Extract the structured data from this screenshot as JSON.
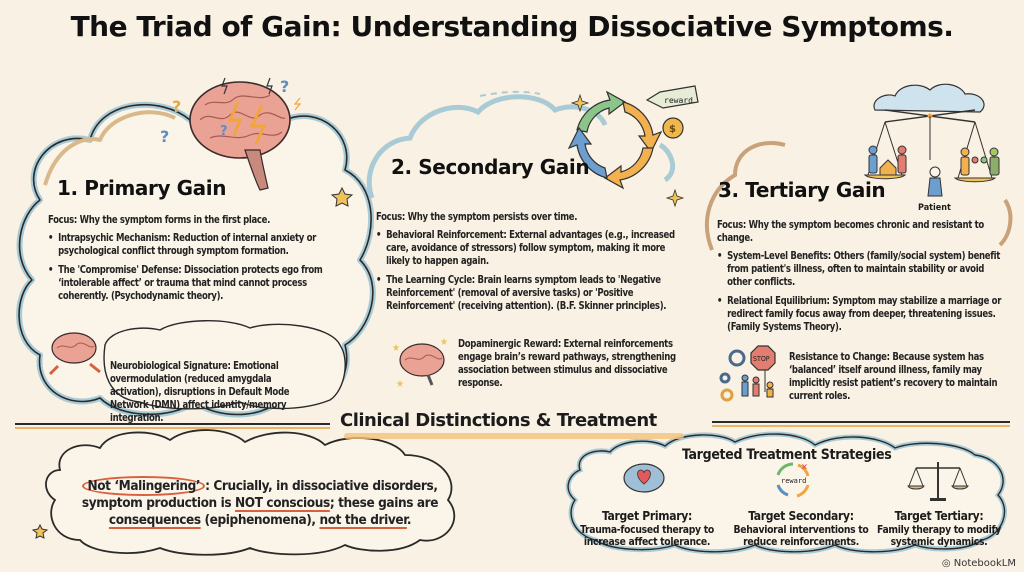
{
  "title": "The Triad of Gain: Understanding Dissociative Symptoms.",
  "sections": [
    {
      "heading": "1. Primary Gain",
      "focus": "Focus: Why the symptom forms in the first place.",
      "bullets": [
        "Intrapsychic Mechanism: Reduction of internal anxiety or psychological conflict through symptom formation.",
        "The 'Compromise' Defense: Dissociation protects ego from ‘intolerable affect’ or trauma that mind cannot process coherently. (Psychodynamic theory)."
      ],
      "callout": "Neurobiological Signature: Emotional overmodulation (reduced amygdala activation), disruptions in Default Mode Network (DMN) affect identity/memory integration.",
      "icons": [
        "brain-icon",
        "lightning-icon",
        "question-mark-icon",
        "small-brain-icon"
      ]
    },
    {
      "heading": "2. Secondary Gain",
      "focus": "Focus: Why the symptom persists over time.",
      "bullets": [
        "Behavioral Reinforcement: External advantages (e.g., increased care, avoidance of stressors) follow symptom, making it more likely to happen again.",
        "The Learning Cycle: Brain learns symptom leads to 'Negative Reinforcement' (removal of aversive tasks) or 'Positive Reinforcement' (receiving attention). (B.F. Skinner principles)."
      ],
      "callout": "Dopaminergic Reward: External reinforcements engage brain’s reward pathways, strengthening association between stimulus and dissociative response.",
      "reward_tag": "reward",
      "coin_symbol": "$",
      "icons": [
        "cycle-arrows-icon",
        "reward-tag-icon",
        "coin-icon",
        "brain-stars-icon"
      ]
    },
    {
      "heading": "3. Tertiary Gain",
      "focus": "Focus: Why the symptom becomes chronic and resistant to change.",
      "bullets": [
        "System-Level Benefits: Others (family/social system) benefit from patient's illness, often to maintain stability or avoid other conflicts.",
        "Relational Equilibrium: Symptom may stabilize a marriage or redirect family focus away from deeper, threatening issues. (Family Systems Theory)."
      ],
      "callout": "Resistance to Change: Because system has ‘balanced’ itself around illness, family may implicitly resist patient’s recovery to maintain current roles.",
      "patient_label": "Patient",
      "stop_label": "STOP",
      "icons": [
        "balance-scale-icon",
        "family-icon",
        "patient-icon",
        "gears-icon",
        "stop-sign-icon"
      ]
    }
  ],
  "clinical": {
    "heading": "Clinical Distinctions & Treatment",
    "malingering": {
      "lead": "Not ‘Malingering’",
      "part1": ": Crucially, in dissociative disorders, symptom production is ",
      "emph1": "NOT conscious",
      "part2": "; these gains are ",
      "emph2": "consequences",
      "part3": " (epiphenomena), ",
      "emph3": "not the driver",
      "part4": "."
    },
    "treatment": {
      "title": "Targeted Treatment Strategies",
      "items": [
        {
          "label": "Target Primary:",
          "text": "Trauma-focused therapy to increase affect tolerance.",
          "icon": "brain-heart-icon"
        },
        {
          "label": "Target Secondary:",
          "text": "Behavioral interventions to reduce reinforcements.",
          "icon": "reward-cycle-icon",
          "tag": "reward"
        },
        {
          "label": "Target Tertiary:",
          "text": "Family therapy to modify systemic dynamics.",
          "icon": "scale-icon"
        }
      ]
    }
  },
  "brand": "NotebookLM",
  "colors": {
    "background": "#f9f1e3",
    "cloud_blue": "#a9cbd6",
    "cloud_tan": "#d9b98a",
    "accent_orange": "#f0a63c",
    "accent_red": "#d9603f",
    "accent_green": "#7fbf7a",
    "accent_blue": "#5b8fc2",
    "brain_pink": "#e79a8e"
  }
}
